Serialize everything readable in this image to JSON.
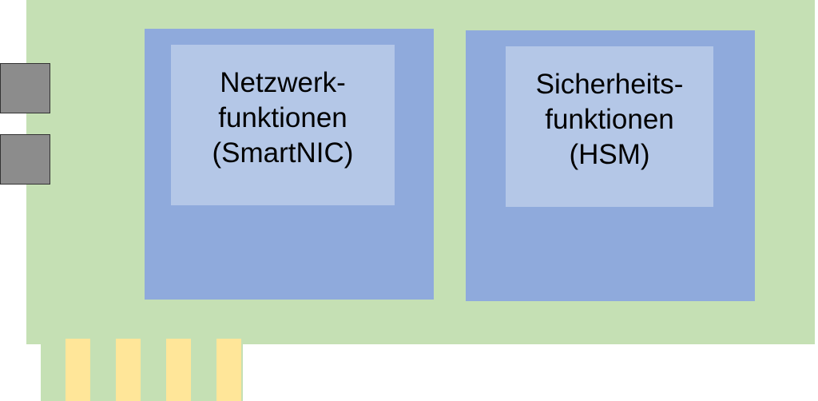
{
  "diagram": {
    "colors": {
      "board": "#c5e0b4",
      "chip": "#8faadc",
      "function_box": "#b4c7e7",
      "contact": "#ffe699",
      "port": "#8c8c8c"
    },
    "left_chip": {
      "lines": [
        "Netzwerk-",
        "funktionen",
        "(SmartNIC)"
      ]
    },
    "right_chip": {
      "lines": [
        "Sicherheits-",
        "funktionen",
        "(HSM)"
      ]
    }
  }
}
